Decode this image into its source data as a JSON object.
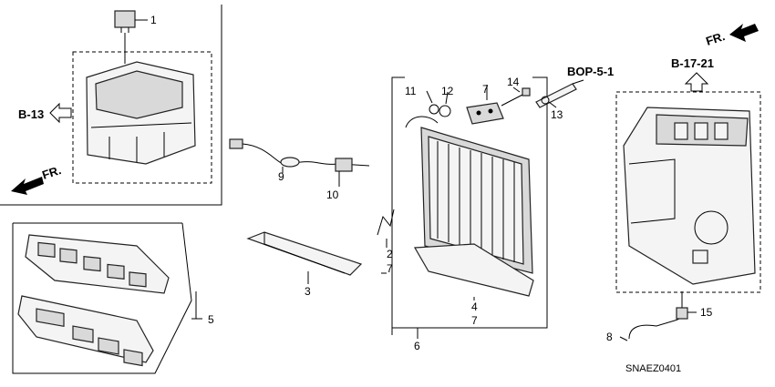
{
  "callouts": {
    "c1": "1",
    "c2": "2",
    "c2b": "7",
    "c3": "3",
    "c4": "4",
    "c4b": "7",
    "c5": "5",
    "c6": "6",
    "c7": "7",
    "c8": "8",
    "c9": "9",
    "c10": "10",
    "c11": "11",
    "c12": "12",
    "c13": "13",
    "c14": "14",
    "c15": "15"
  },
  "refs": {
    "b13": "B-13",
    "bop51": "BOP-5-1",
    "b1721": "B-17-21",
    "fr_left": "FR.",
    "fr_right": "FR."
  },
  "drawing_code": "SNAEZ0401",
  "colors": {
    "line": "#000000",
    "part_fill": "#f4f4f4",
    "part_dark": "#d9d9d9"
  }
}
